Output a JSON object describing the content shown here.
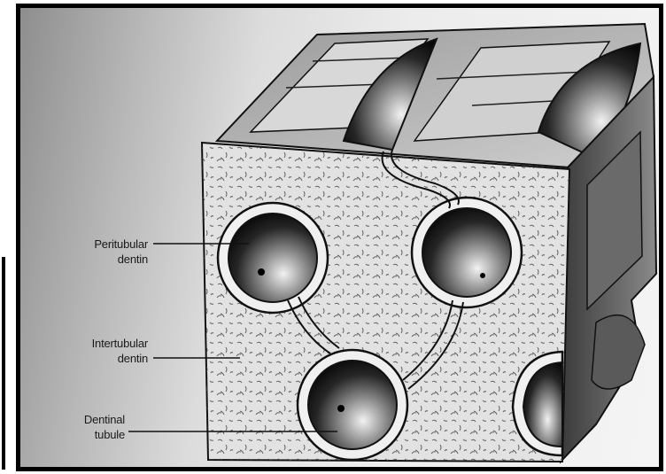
{
  "labels": {
    "peritubular": {
      "line1": "Peritubular",
      "line2": "dentin"
    },
    "intertubular": {
      "line1": "Intertubular",
      "line2": "dentin"
    },
    "tubule": {
      "line1": "Dentinal",
      "line2": "tubule"
    }
  },
  "colors": {
    "ink": "#111111",
    "block_face": "#e2e2e2",
    "frame": "#000000"
  }
}
